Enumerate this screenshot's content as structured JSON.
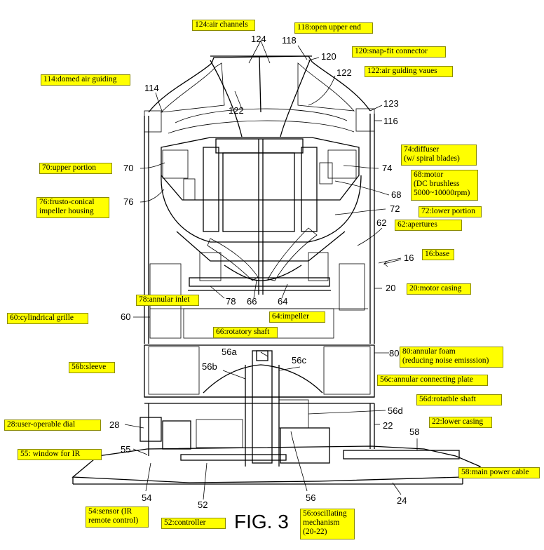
{
  "figure_title": "FIG. 3",
  "callouts": [
    {
      "id": "124",
      "text": "124:air channels"
    },
    {
      "id": "118",
      "text": "118:open upper end"
    },
    {
      "id": "120",
      "text": "120:snap-fit connector"
    },
    {
      "id": "114",
      "text": "114:domed air guiding"
    },
    {
      "id": "122",
      "text": "122:air guiding vaues"
    },
    {
      "id": "74",
      "text": "74:diffuser\n(w/ spiral blades)"
    },
    {
      "id": "70",
      "text": "70:upper portion"
    },
    {
      "id": "68",
      "text": "68:motor\n(DC brushless\n5000~10000rpm)"
    },
    {
      "id": "76",
      "text": "76:frusto-conical\nimpeller housing"
    },
    {
      "id": "72",
      "text": "72:lower portion"
    },
    {
      "id": "62",
      "text": "62:apertures"
    },
    {
      "id": "16",
      "text": "16:base"
    },
    {
      "id": "20",
      "text": "20:motor casing"
    },
    {
      "id": "78",
      "text": "78:annular inlet"
    },
    {
      "id": "60",
      "text": "60:cylindrical grille"
    },
    {
      "id": "64",
      "text": "64:impeller"
    },
    {
      "id": "66",
      "text": "66:rotatory shaft"
    },
    {
      "id": "80",
      "text": "80:annular foam\n(reducing noise emisssion)"
    },
    {
      "id": "56b",
      "text": "56b:sleeve"
    },
    {
      "id": "56c",
      "text": "56c:annular connecting plate"
    },
    {
      "id": "56d",
      "text": "56d:rotatble shaft"
    },
    {
      "id": "28",
      "text": "28:user-operable dial"
    },
    {
      "id": "22",
      "text": "22:lower casing"
    },
    {
      "id": "55",
      "text": "55: window for IR"
    },
    {
      "id": "58",
      "text": "58:main power cable"
    },
    {
      "id": "54",
      "text": "54:sensor (IR\nremote control)"
    },
    {
      "id": "52",
      "text": "52:controller"
    },
    {
      "id": "56",
      "text": "56:oscillating\nmechanism\n(20-22)"
    }
  ],
  "reference_numbers": {
    "n124": "124",
    "n118": "118",
    "n120": "120",
    "n122a": "122",
    "n114": "114",
    "n122b": "122",
    "n123": "123",
    "n116": "116",
    "n70": "70",
    "n74": "74",
    "n76": "76",
    "n68": "68",
    "n72": "72",
    "n62": "62",
    "n16": "16",
    "n78": "78",
    "n66": "66",
    "n64": "64",
    "n20": "20",
    "n60": "60",
    "n56a": "56a",
    "n56b": "56b",
    "n56c": "56c",
    "n80": "80",
    "n56d": "56d",
    "n28": "28",
    "n22": "22",
    "n58": "58",
    "n55": "55",
    "n54": "54",
    "n52": "52",
    "n56": "56",
    "n24": "24"
  }
}
